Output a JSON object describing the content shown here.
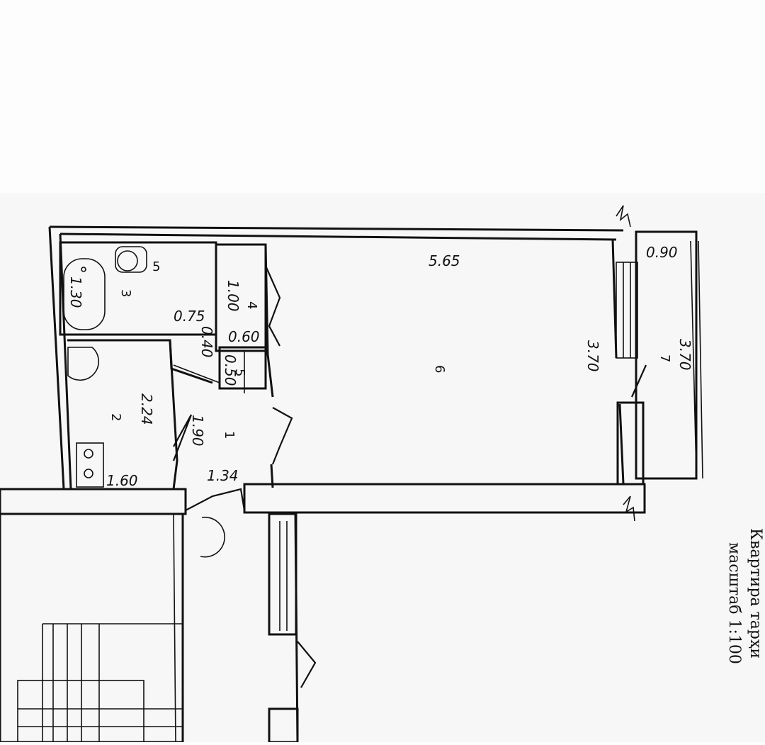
{
  "floor_plan": {
    "caption": {
      "line1": "Квартира тарҳи",
      "line2": "масштаб 1:100"
    },
    "rooms": [
      {
        "number": "1",
        "dimensions": [
          "1.90",
          "1.34"
        ]
      },
      {
        "number": "2",
        "dimensions": [
          "2.24",
          "1.60"
        ]
      },
      {
        "number": "3",
        "dimensions": [
          "1.30"
        ]
      },
      {
        "number": "4",
        "dimensions": [
          "1.00",
          "0.60"
        ]
      },
      {
        "number": "5",
        "dimensions": [
          "0.75",
          "0.40"
        ]
      },
      {
        "number": "5",
        "dimensions": [
          "0.50"
        ]
      },
      {
        "number": "6",
        "dimensions": [
          "5.65",
          "3.70"
        ]
      },
      {
        "number": "7",
        "dimensions": [
          "0.90",
          "3.70"
        ]
      }
    ]
  }
}
